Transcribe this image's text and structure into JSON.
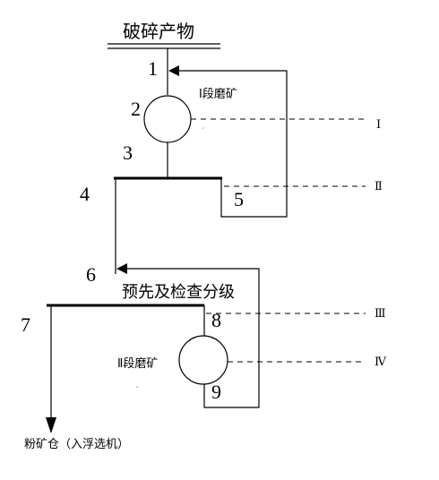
{
  "diagram": {
    "feed_label": "破碎产物",
    "mill1_label": "Ⅰ段磨矿",
    "classifier_label": "预先及检查分级",
    "mill2_label": "Ⅱ段磨矿",
    "output_label": "粉矿仓（入浮选机）",
    "node_numbers": [
      "1",
      "2",
      "3",
      "4",
      "5",
      "6",
      "7",
      "8",
      "9"
    ],
    "stage_numerals": [
      "Ⅰ",
      "Ⅱ",
      "Ⅲ",
      "Ⅳ"
    ]
  }
}
